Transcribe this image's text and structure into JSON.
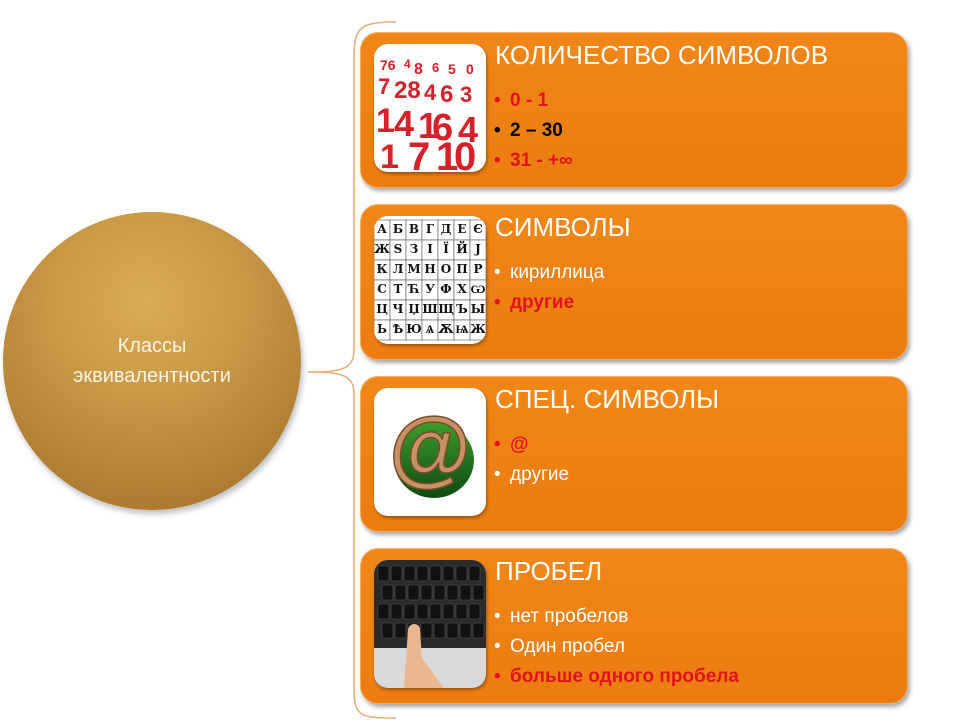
{
  "center": {
    "label_line1": "Классы",
    "label_line2": "эквивалентности"
  },
  "cards": [
    {
      "title": "КОЛИЧЕСТВО СИМВОЛОВ",
      "image_icon": "red-numbers-icon",
      "bullets": [
        {
          "text": "0 - 1",
          "style": "red"
        },
        {
          "text": "2 – 30",
          "style": "black"
        },
        {
          "text": "31 - +∞",
          "style": "red"
        }
      ]
    },
    {
      "title": "СИМВОЛЫ",
      "image_icon": "cyrillic-alphabet-icon",
      "alphabet_rows": [
        "АБВГДЕЄ",
        "ЖЅЗІЇЙЈ",
        "КЛМНОПР",
        "СТЋУФХѠ",
        "ЦЧЏШЩЪЫ",
        "ЬѢЮѦѪѨЖ"
      ],
      "bullets": [
        {
          "text": "кириллица",
          "style": "white"
        },
        {
          "text": "другие",
          "style": "red"
        }
      ]
    },
    {
      "title": "СПЕЦ. СИМВОЛЫ",
      "image_icon": "at-sign-icon",
      "bullets": [
        {
          "text": "@",
          "style": "red"
        },
        {
          "text": "другие",
          "style": "white"
        }
      ]
    },
    {
      "title": "ПРОБЕЛ",
      "image_icon": "keyboard-icon",
      "bullets": [
        {
          "text": "нет пробелов",
          "style": "white"
        },
        {
          "text": "Один пробел",
          "style": "white"
        },
        {
          "text": "больше одного пробела",
          "style": "red"
        }
      ]
    }
  ],
  "colors": {
    "card": "#ee8012",
    "circle": "#c4923f",
    "red": "#e1141b",
    "brace": "#e8b07a"
  }
}
